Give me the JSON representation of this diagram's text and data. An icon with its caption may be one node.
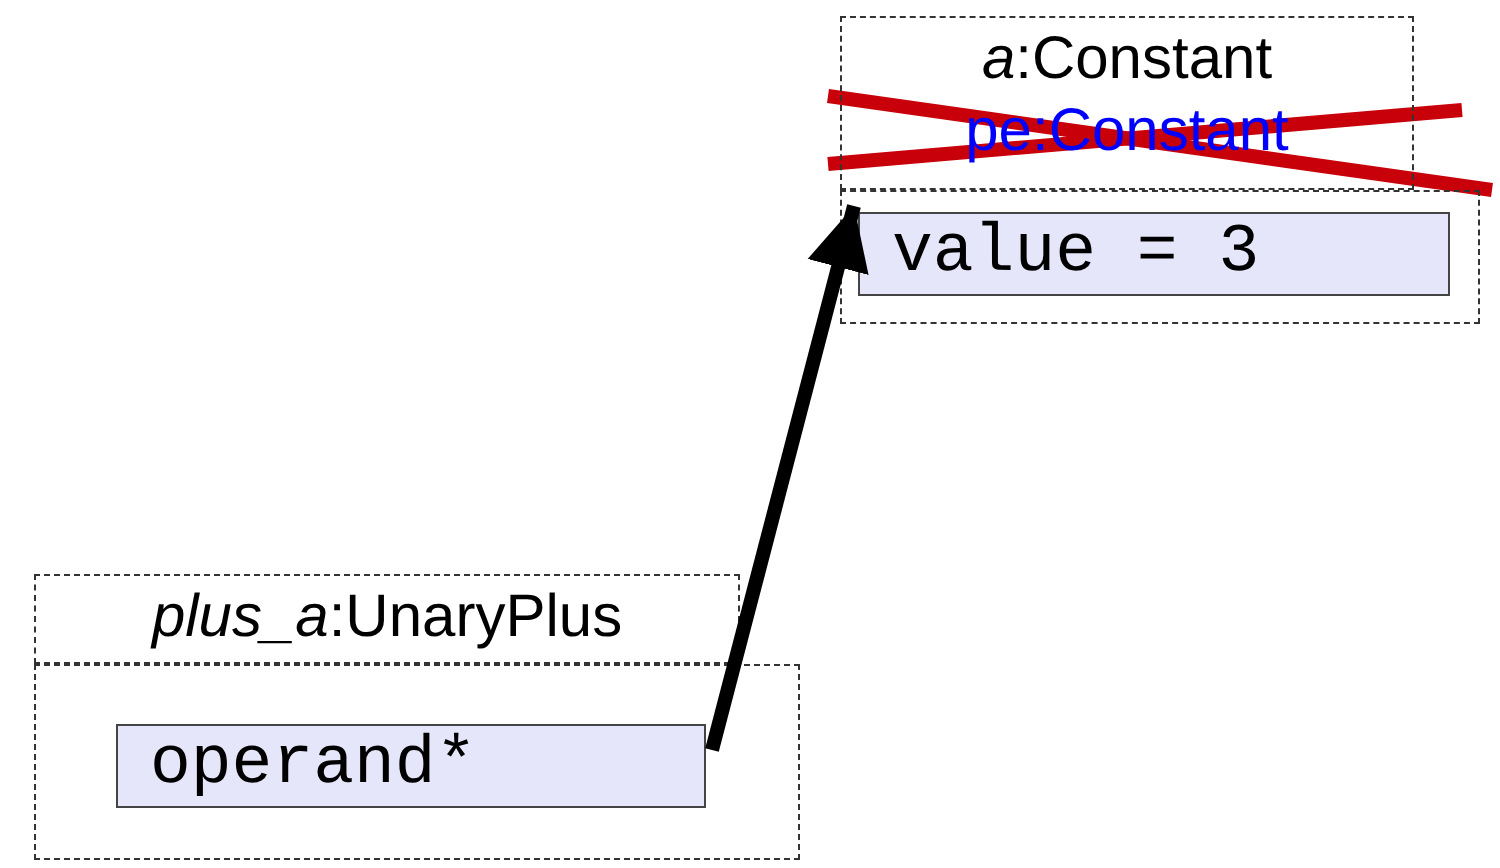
{
  "diagram": {
    "nodes": [
      {
        "text": [
          "*a*:Constant",
          "pe:Constant"
        ]
      },
      {
        "text": [],
        "shape": "box"
      },
      {
        "text": [
          "value = 3"
        ],
        "in": 1
      },
      {
        "text": [
          "*plus_a*:UnaryPlus"
        ]
      },
      {
        "text": [],
        "shape": "box"
      },
      {
        "text": [
          "operand*"
        ],
        "in": 4
      }
    ],
    "edges": [
      {
        "from": 5,
        "to": 2,
        "arrow": "to"
      }
    ]
  }
}
